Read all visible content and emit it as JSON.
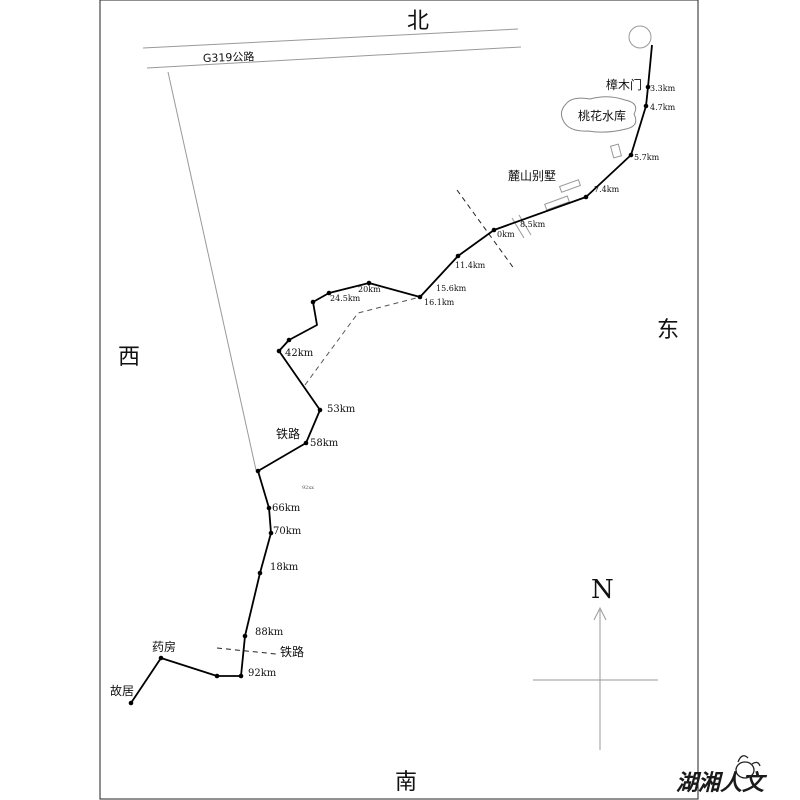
{
  "directions": {
    "north": "北",
    "south": "南",
    "east": "东",
    "west": "西"
  },
  "compass_letter": "N",
  "road_label": "G319公路",
  "places": {
    "zhangmumen": "樟木门",
    "taohua_reservoir": "桃花水库",
    "lushan_villa": "麓山别墅",
    "railway_upper": "铁路",
    "railway_lower": "铁路",
    "pharmacy": "药房",
    "former_residence": "故居"
  },
  "km_markers": {
    "km3_3": "3.3km",
    "km4_7": "4.7km",
    "km5_7": "5.7km",
    "km7_4": "7.4km",
    "km8_5": "8.5km",
    "km_at": "0km",
    "km11_4": "11.4km",
    "km15_6": "15.6km",
    "km16_1": "16.1km",
    "km20": "20km",
    "km24_5": "24.5km",
    "km42": "42km",
    "km53": "53km",
    "km58": "58km",
    "km92_small": "92xx",
    "km66": "66km",
    "km70": "70km",
    "km18": "18km",
    "km88": "88km",
    "km92": "92km"
  },
  "watermark": "湖湘人文"
}
